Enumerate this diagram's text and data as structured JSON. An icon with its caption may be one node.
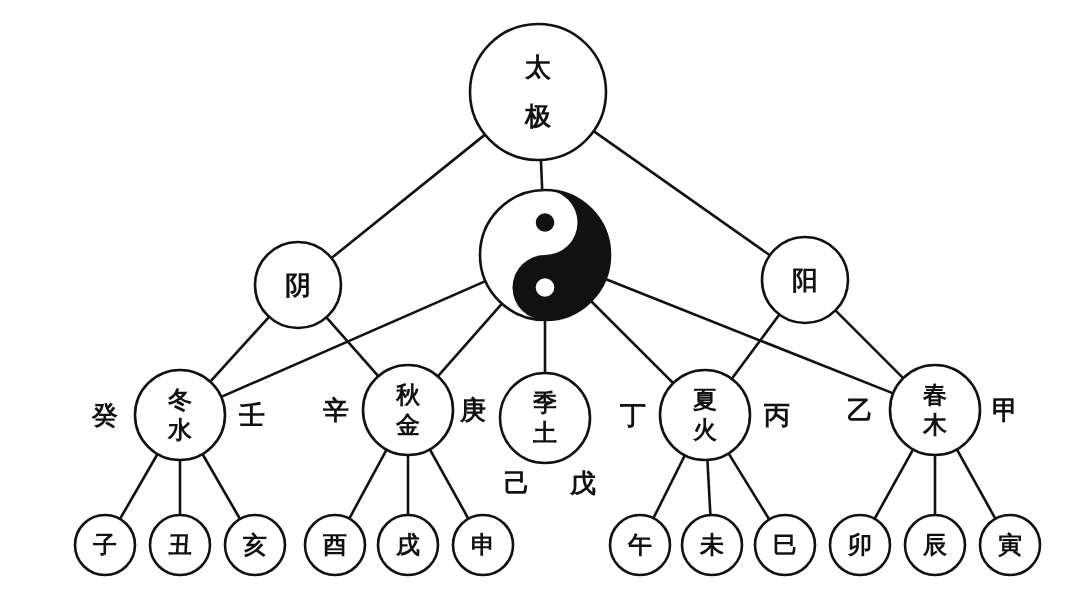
{
  "diagram": {
    "nodes": [
      {
        "text": [
          "太极"
        ]
      },
      {
        "text": [
          "阴"
        ]
      },
      {
        "text": [],
        "shape": "picture"
      },
      {
        "text": [
          "阳"
        ]
      },
      {
        "text": [
          "冬水"
        ],
        "beside": [
          "癸",
          "壬"
        ]
      },
      {
        "text": [
          "秋金"
        ],
        "beside": [
          "辛",
          "庚"
        ]
      },
      {
        "text": [
          "季土"
        ],
        "beside": [
          "己",
          "戊"
        ]
      },
      {
        "text": [
          "夏火"
        ],
        "beside": [
          "丁",
          "丙"
        ]
      },
      {
        "text": [
          "春木"
        ],
        "beside": [
          "乙",
          "甲"
        ]
      },
      {
        "text": [
          "子"
        ]
      },
      {
        "text": [
          "丑"
        ]
      },
      {
        "text": [
          "亥"
        ]
      },
      {
        "text": [
          "酉"
        ]
      },
      {
        "text": [
          "戌"
        ]
      },
      {
        "text": [
          "申"
        ]
      },
      {
        "text": [
          "午"
        ]
      },
      {
        "text": [
          "未"
        ]
      },
      {
        "text": [
          "巳"
        ]
      },
      {
        "text": [
          "卯"
        ]
      },
      {
        "text": [
          "辰"
        ]
      },
      {
        "text": [
          "寅"
        ]
      }
    ],
    "edges": [
      {
        "from": 0,
        "to": 1,
        "arrow": "none"
      },
      {
        "from": 0,
        "to": 2,
        "arrow": "none"
      },
      {
        "from": 0,
        "to": 3,
        "arrow": "none"
      },
      {
        "from": 1,
        "to": 4,
        "arrow": "none"
      },
      {
        "from": 1,
        "to": 5,
        "arrow": "none"
      },
      {
        "from": 2,
        "to": 4,
        "arrow": "none"
      },
      {
        "from": 2,
        "to": 5,
        "arrow": "none"
      },
      {
        "from": 2,
        "to": 6,
        "arrow": "none"
      },
      {
        "from": 2,
        "to": 7,
        "arrow": "none"
      },
      {
        "from": 2,
        "to": 8,
        "arrow": "none"
      },
      {
        "from": 3,
        "to": 7,
        "arrow": "none"
      },
      {
        "from": 3,
        "to": 8,
        "arrow": "none"
      },
      {
        "from": 4,
        "to": 9,
        "arrow": "none"
      },
      {
        "from": 4,
        "to": 10,
        "arrow": "none"
      },
      {
        "from": 4,
        "to": 11,
        "arrow": "none"
      },
      {
        "from": 5,
        "to": 12,
        "arrow": "none"
      },
      {
        "from": 5,
        "to": 13,
        "arrow": "none"
      },
      {
        "from": 5,
        "to": 14,
        "arrow": "none"
      },
      {
        "from": 7,
        "to": 15,
        "arrow": "none"
      },
      {
        "from": 7,
        "to": 16,
        "arrow": "none"
      },
      {
        "from": 7,
        "to": 17,
        "arrow": "none"
      },
      {
        "from": 8,
        "to": 18,
        "arrow": "none"
      },
      {
        "from": 8,
        "to": 19,
        "arrow": "none"
      },
      {
        "from": 8,
        "to": 20,
        "arrow": "none"
      }
    ]
  }
}
